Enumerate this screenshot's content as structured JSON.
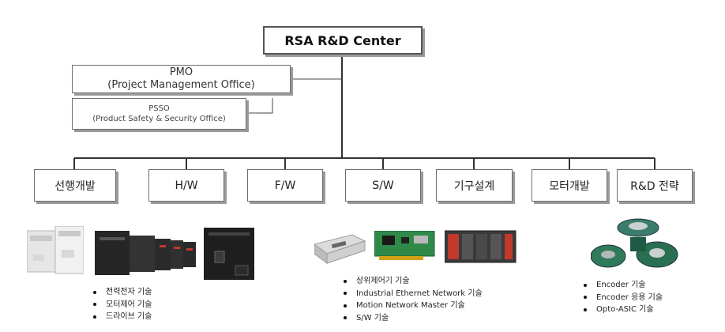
{
  "org": {
    "center": "RSA R&D Center",
    "pmo": {
      "line1": "PMO",
      "line2": "(Project Management Office)"
    },
    "psso": {
      "line1": "PSSO",
      "line2": "(Product Safety & Security Office)"
    },
    "departments": [
      {
        "label": "선행개발"
      },
      {
        "label": "H/W"
      },
      {
        "label": "F/W"
      },
      {
        "label": "S/W"
      },
      {
        "label": "기구설계"
      },
      {
        "label": "모터개발"
      },
      {
        "label": "R&D 전략"
      }
    ]
  },
  "tech_lists": {
    "left": [
      "전력전자 기술",
      "모터제어 기술",
      "드라이브 기술"
    ],
    "middle": [
      "상위제어기 기술",
      "Industrial Ethernet Network 기술",
      "Motion Network Master 기술",
      "S/W 기술"
    ],
    "right": [
      "Encoder 기술",
      "Encoder 응용 기술",
      "Opto-ASIC 기술"
    ]
  },
  "colors": {
    "box_border": "#6e6e6e",
    "box_shadow": "#9a9a9a",
    "line": "#333333",
    "pcb_green": "#2f8a4a",
    "device_red": "#c0392b"
  }
}
